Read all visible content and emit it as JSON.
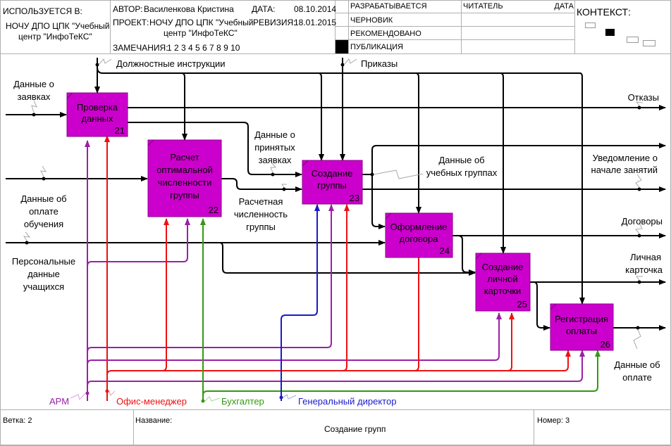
{
  "header": {
    "used_in_label": "ИСПОЛЬЗУЕТСЯ В:",
    "used_in_value_line1": "НОЧУ ДПО ЦПК \"Учебный",
    "used_in_value_line2": "центр \"ИнфоТеКС\"",
    "author_label": "АВТОР:",
    "author_value": "Василенкова Кристина",
    "date_label": "ДАТА:",
    "date_value": "08.10.2014",
    "project_label": "ПРОЕКТ:",
    "project_value_line1": "НОЧУ ДПО ЦПК \"Учебный",
    "project_value_line2": "центр \"ИнфоТеКС\"",
    "revision_label": "РЕВИЗИЯ:",
    "revision_value": "18.01.2015",
    "notes_label": "ЗАМЕЧАНИЯ:",
    "notes_value": "1 2 3 4 5 6 7 8 9 10",
    "status_rows": [
      {
        "label": "РАЗРАБАТЫВАЕТСЯ",
        "marked": false
      },
      {
        "label": "ЧЕРНОВИК",
        "marked": false
      },
      {
        "label": "РЕКОМЕНДОВАНО",
        "marked": false
      },
      {
        "label": "ПУБЛИКАЦИЯ",
        "marked": true
      }
    ],
    "reader_label": "ЧИТАТЕЛЬ",
    "reader_date_label": "ДАТА",
    "context_label": "КОНТЕКСТ:"
  },
  "diagram": {
    "box_color": "#cc00cc",
    "boxes": [
      {
        "id": "21",
        "lines": [
          "Проверка",
          "данных"
        ]
      },
      {
        "id": "22",
        "lines": [
          "Расчет",
          "оптимальной",
          "численности",
          "группы"
        ]
      },
      {
        "id": "23",
        "lines": [
          "Создание",
          "группы"
        ]
      },
      {
        "id": "24",
        "lines": [
          "Оформление",
          "договора"
        ]
      },
      {
        "id": "25",
        "lines": [
          "Создание",
          "личной",
          "карточки"
        ]
      },
      {
        "id": "26",
        "lines": [
          "Регистрация",
          "оплаты"
        ]
      }
    ],
    "inputs": [
      {
        "lines": [
          "Данные о",
          "заявках"
        ]
      },
      {
        "lines": [
          "Данные об",
          "оплате",
          "обучения"
        ]
      },
      {
        "lines": [
          "Персональные",
          "данные",
          "учащихся"
        ]
      }
    ],
    "controls": [
      {
        "lines": [
          "Должностные инструкции"
        ]
      },
      {
        "lines": [
          "Приказы"
        ]
      }
    ],
    "outputs": [
      {
        "lines": [
          "Отказы"
        ]
      },
      {
        "lines": [
          "Уведомление о",
          "начале занятий"
        ]
      },
      {
        "lines": [
          "Договоры"
        ]
      },
      {
        "lines": [
          "Личная",
          "карточка"
        ]
      },
      {
        "lines": [
          "Данные об",
          "оплате"
        ]
      }
    ],
    "internal": [
      {
        "lines": [
          "Данные о",
          "принятых",
          "заявках"
        ]
      },
      {
        "lines": [
          "Расчетная",
          "численность",
          "группы"
        ]
      },
      {
        "lines": [
          "Данные об",
          "учебных группах"
        ]
      }
    ],
    "mechanisms": [
      {
        "label": "АРМ",
        "color": "#9b1fa8"
      },
      {
        "label": "Офис-менеджер",
        "color": "#ee1111"
      },
      {
        "label": "Бухгалтер",
        "color": "#339911"
      },
      {
        "label": "Генеральный директор",
        "color": "#1a1acc"
      }
    ]
  },
  "footer": {
    "branch_label": "Ветка: 2",
    "name_label": "Название:",
    "name_value": "Создание групп",
    "number_label": "Номер: 3"
  }
}
